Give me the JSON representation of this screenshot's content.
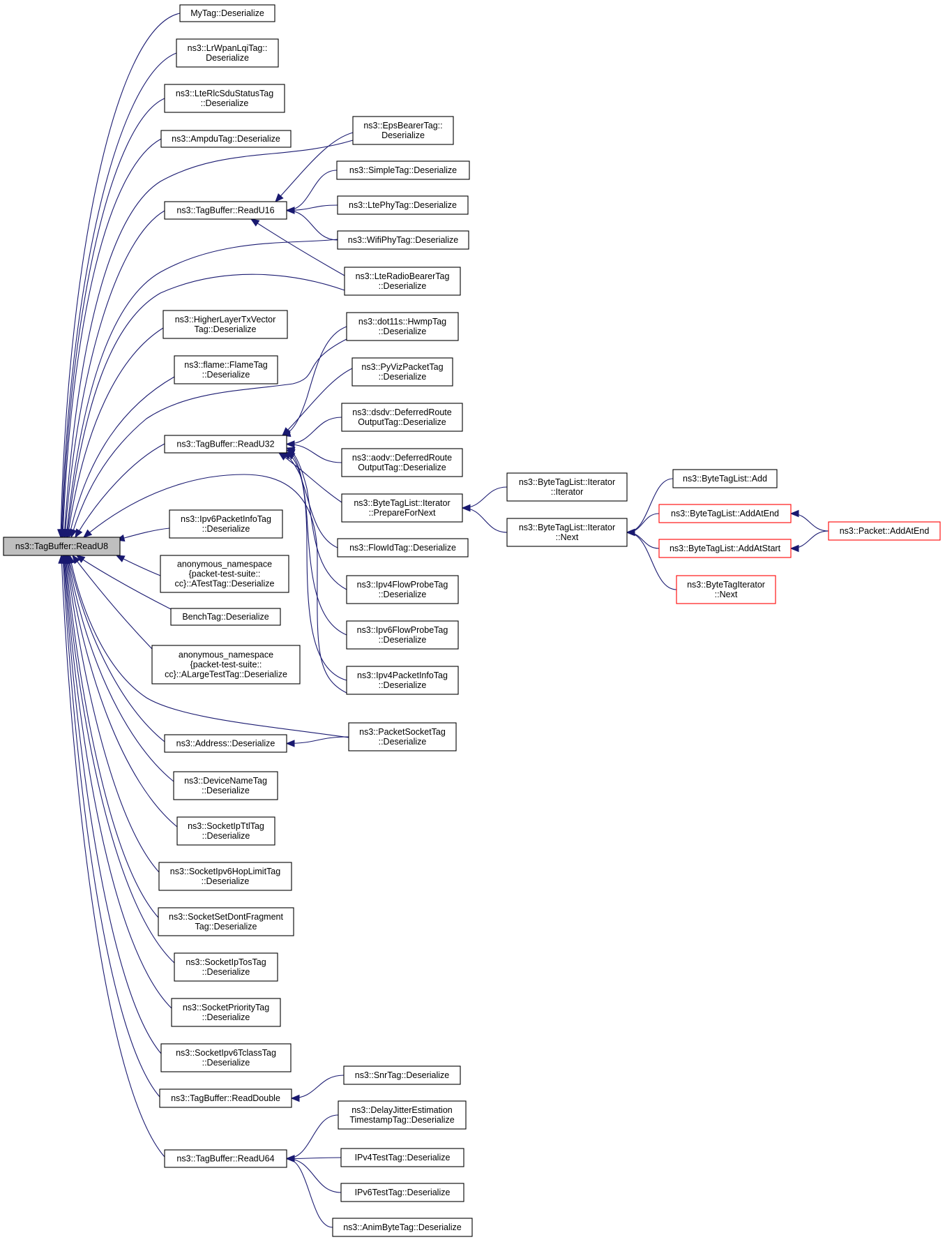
{
  "colors": {
    "edge": "#191970",
    "box_border": "#000000",
    "box_border_truncated": "#ff0000",
    "root_fill": "#bfbfbf"
  },
  "nodes": {
    "root": {
      "lines": [
        "ns3::TagBuffer::ReadU8"
      ],
      "style": "root"
    },
    "mytag": {
      "lines": [
        "MyTag::Deserialize"
      ]
    },
    "lrwpan": {
      "lines": [
        "ns3::LrWpanLqiTag::",
        "Deserialize"
      ]
    },
    "lterlcsdu": {
      "lines": [
        "ns3::LteRlcSduStatusTag",
        "::Deserialize"
      ]
    },
    "ampdu": {
      "lines": [
        "ns3::AmpduTag::Deserialize"
      ]
    },
    "readu16": {
      "lines": [
        "ns3::TagBuffer::ReadU16"
      ]
    },
    "higherlayer": {
      "lines": [
        "ns3::HigherLayerTxVector",
        "Tag::Deserialize"
      ]
    },
    "flame": {
      "lines": [
        "ns3::flame::FlameTag",
        "::Deserialize"
      ]
    },
    "readu32": {
      "lines": [
        "ns3::TagBuffer::ReadU32"
      ]
    },
    "ipv6pktinfo": {
      "lines": [
        "ns3::Ipv6PacketInfoTag",
        "::Deserialize"
      ]
    },
    "atesttag": {
      "lines": [
        "anonymous_namespace",
        "{packet-test-suite::",
        "cc}::ATestTag::Deserialize"
      ]
    },
    "benchtag": {
      "lines": [
        "BenchTag::Deserialize"
      ]
    },
    "alargetesttag": {
      "lines": [
        "anonymous_namespace",
        "{packet-test-suite::",
        "cc}::ALargeTestTag::Deserialize"
      ]
    },
    "address": {
      "lines": [
        "ns3::Address::Deserialize"
      ]
    },
    "devicename": {
      "lines": [
        "ns3::DeviceNameTag",
        "::Deserialize"
      ]
    },
    "socketipttl": {
      "lines": [
        "ns3::SocketIpTtlTag",
        "::Deserialize"
      ]
    },
    "socketipv6hop": {
      "lines": [
        "ns3::SocketIpv6HopLimitTag",
        "::Deserialize"
      ]
    },
    "socketsetdont": {
      "lines": [
        "ns3::SocketSetDontFragment",
        "Tag::Deserialize"
      ]
    },
    "socketiptos": {
      "lines": [
        "ns3::SocketIpTosTag",
        "::Deserialize"
      ]
    },
    "socketpriority": {
      "lines": [
        "ns3::SocketPriorityTag",
        "::Deserialize"
      ]
    },
    "socketipv6tclass": {
      "lines": [
        "ns3::SocketIpv6TclassTag",
        "::Deserialize"
      ]
    },
    "readdouble": {
      "lines": [
        "ns3::TagBuffer::ReadDouble"
      ]
    },
    "readu64": {
      "lines": [
        "ns3::TagBuffer::ReadU64"
      ]
    },
    "epsbearer": {
      "lines": [
        "ns3::EpsBearerTag::",
        "Deserialize"
      ]
    },
    "simpletag": {
      "lines": [
        "ns3::SimpleTag::Deserialize"
      ]
    },
    "ltephy": {
      "lines": [
        "ns3::LtePhyTag::Deserialize"
      ]
    },
    "wifiphy": {
      "lines": [
        "ns3::WifiPhyTag::Deserialize"
      ]
    },
    "lteradiobearer": {
      "lines": [
        "ns3::LteRadioBearerTag",
        "::Deserialize"
      ]
    },
    "hwmptag": {
      "lines": [
        "ns3::dot11s::HwmpTag",
        "::Deserialize"
      ]
    },
    "pyvizpkt": {
      "lines": [
        "ns3::PyVizPacketTag",
        "::Deserialize"
      ]
    },
    "dsdvdeferred": {
      "lines": [
        "ns3::dsdv::DeferredRoute",
        "OutputTag::Deserialize"
      ]
    },
    "aodvdeferred": {
      "lines": [
        "ns3::aodv::DeferredRoute",
        "OutputTag::Deserialize"
      ]
    },
    "preparefornext": {
      "lines": [
        "ns3::ByteTagList::Iterator",
        "::PrepareForNext"
      ]
    },
    "flowidtag": {
      "lines": [
        "ns3::FlowIdTag::Deserialize"
      ]
    },
    "ipv4flowprobe": {
      "lines": [
        "ns3::Ipv4FlowProbeTag",
        "::Deserialize"
      ]
    },
    "ipv6flowprobe": {
      "lines": [
        "ns3::Ipv6FlowProbeTag",
        "::Deserialize"
      ]
    },
    "ipv4pktinfo": {
      "lines": [
        "ns3::Ipv4PacketInfoTag",
        "::Deserialize"
      ]
    },
    "packetsocket": {
      "lines": [
        "ns3::PacketSocketTag",
        "::Deserialize"
      ]
    },
    "snrtag": {
      "lines": [
        "ns3::SnrTag::Deserialize"
      ]
    },
    "delayjitter": {
      "lines": [
        "ns3::DelayJitterEstimation",
        "TimestampTag::Deserialize"
      ]
    },
    "ipv4testtag": {
      "lines": [
        "IPv4TestTag::Deserialize"
      ]
    },
    "ipv6testtag": {
      "lines": [
        "IPv6TestTag::Deserialize"
      ]
    },
    "animbytetag": {
      "lines": [
        "ns3::AnimByteTag::Deserialize"
      ]
    },
    "iteratorctor": {
      "lines": [
        "ns3::ByteTagList::Iterator",
        "::Iterator"
      ]
    },
    "iteratornext": {
      "lines": [
        "ns3::ByteTagList::Iterator",
        "::Next"
      ]
    },
    "bytetaglistadd": {
      "lines": [
        "ns3::ByteTagList::Add"
      ]
    },
    "addatend": {
      "lines": [
        "ns3::ByteTagList::AddAtEnd"
      ],
      "style": "red"
    },
    "addatstart": {
      "lines": [
        "ns3::ByteTagList::AddAtStart"
      ],
      "style": "red"
    },
    "bytetagiternext": {
      "lines": [
        "ns3::ByteTagIterator",
        "::Next"
      ],
      "style": "red"
    },
    "packetaddatend": {
      "lines": [
        "ns3::Packet::AddAtEnd"
      ],
      "style": "red"
    }
  },
  "edges": [
    [
      "root",
      "mytag"
    ],
    [
      "root",
      "lrwpan"
    ],
    [
      "root",
      "lterlcsdu"
    ],
    [
      "root",
      "ampdu"
    ],
    [
      "root",
      "epsbearer"
    ],
    [
      "root",
      "readu16"
    ],
    [
      "root",
      "wifiphy"
    ],
    [
      "root",
      "lteradiobearer"
    ],
    [
      "root",
      "higherlayer"
    ],
    [
      "root",
      "flame"
    ],
    [
      "root",
      "hwmptag"
    ],
    [
      "root",
      "readu32"
    ],
    [
      "root",
      "ipv4pktinfo"
    ],
    [
      "root",
      "ipv6pktinfo"
    ],
    [
      "root",
      "atesttag"
    ],
    [
      "root",
      "benchtag"
    ],
    [
      "root",
      "alargetesttag"
    ],
    [
      "root",
      "packetsocket"
    ],
    [
      "root",
      "address"
    ],
    [
      "root",
      "devicename"
    ],
    [
      "root",
      "socketipttl"
    ],
    [
      "root",
      "socketipv6hop"
    ],
    [
      "root",
      "socketsetdont"
    ],
    [
      "root",
      "socketiptos"
    ],
    [
      "root",
      "socketpriority"
    ],
    [
      "root",
      "socketipv6tclass"
    ],
    [
      "root",
      "readdouble"
    ],
    [
      "root",
      "readu64"
    ],
    [
      "readu16",
      "epsbearer"
    ],
    [
      "readu16",
      "simpletag"
    ],
    [
      "readu16",
      "ltephy"
    ],
    [
      "readu16",
      "wifiphy"
    ],
    [
      "readu16",
      "lteradiobearer"
    ],
    [
      "readu32",
      "hwmptag"
    ],
    [
      "readu32",
      "pyvizpkt"
    ],
    [
      "readu32",
      "dsdvdeferred"
    ],
    [
      "readu32",
      "aodvdeferred"
    ],
    [
      "readu32",
      "preparefornext"
    ],
    [
      "readu32",
      "flowidtag"
    ],
    [
      "readu32",
      "ipv4flowprobe"
    ],
    [
      "readu32",
      "ipv6flowprobe"
    ],
    [
      "readu32",
      "ipv4pktinfo"
    ],
    [
      "address",
      "packetsocket"
    ],
    [
      "readdouble",
      "snrtag"
    ],
    [
      "readu64",
      "delayjitter"
    ],
    [
      "readu64",
      "ipv4testtag"
    ],
    [
      "readu64",
      "ipv6testtag"
    ],
    [
      "readu64",
      "animbytetag"
    ],
    [
      "preparefornext",
      "iteratorctor"
    ],
    [
      "preparefornext",
      "iteratornext"
    ],
    [
      "iteratornext",
      "bytetaglistadd"
    ],
    [
      "iteratornext",
      "addatend"
    ],
    [
      "iteratornext",
      "addatstart"
    ],
    [
      "iteratornext",
      "bytetagiternext"
    ],
    [
      "addatend",
      "packetaddatend"
    ],
    [
      "addatstart",
      "packetaddatend"
    ]
  ]
}
